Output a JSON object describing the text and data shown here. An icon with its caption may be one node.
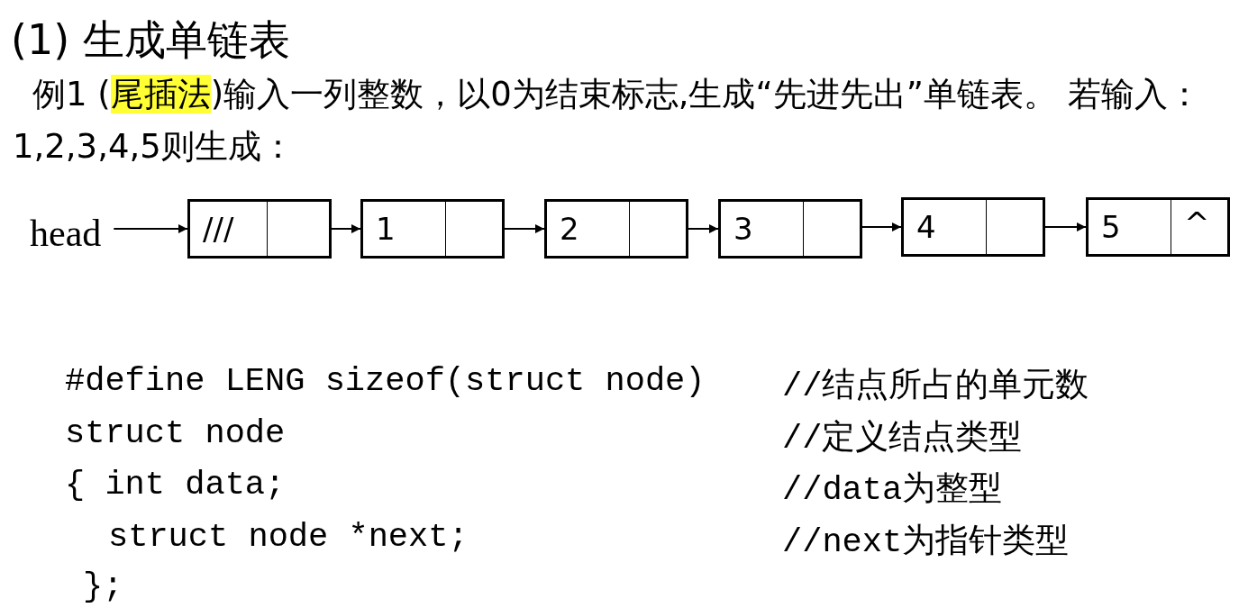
{
  "diagram": {
    "title": "(1) 生成单链表",
    "nodes": [
      {
        "text": [
          "head"
        ]
      },
      {
        "text": [
          "///"
        ]
      },
      {
        "text": [
          "1"
        ]
      },
      {
        "text": [
          "2"
        ]
      },
      {
        "text": [
          "3"
        ]
      },
      {
        "text": [
          "4"
        ]
      },
      {
        "text": [
          "5",
          "^"
        ]
      }
    ],
    "edges": [
      {
        "from": 0,
        "to": 1,
        "arrow": "to"
      },
      {
        "from": 1,
        "to": 2,
        "arrow": "to"
      },
      {
        "from": 2,
        "to": 3,
        "arrow": "to"
      },
      {
        "from": 3,
        "to": 4,
        "arrow": "to"
      },
      {
        "from": 4,
        "to": 5,
        "arrow": "to"
      },
      {
        "from": 5,
        "to": 6,
        "arrow": "to"
      }
    ],
    "labels": [
      "例1 (**尾插法**)输入一列整数，以0为结束标志,生成“先进先出”单链表。 若输入：1,2,3,4,5则生成：",
      "#define LENG sizeof(struct node)",
      "//结点所占的单元数",
      "struct node",
      "//定义结点类型",
      "{ int data;",
      "//data为整型",
      "struct node *next;",
      "//next为指针类型",
      "};"
    ]
  }
}
